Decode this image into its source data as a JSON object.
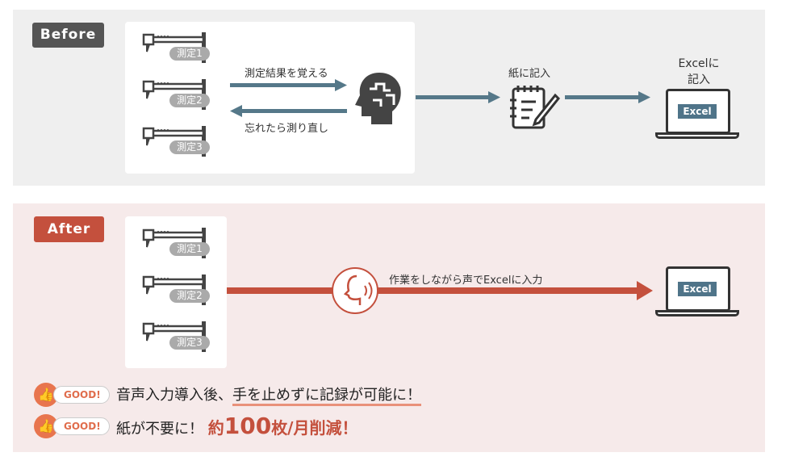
{
  "before": {
    "badge": "Before",
    "measurements": [
      "測定1",
      "測定2",
      "測定3"
    ],
    "arrow_remember": "測定結果を覚える",
    "arrow_remeasure": "忘れたら測り直し",
    "paper_label": "紙に記入",
    "excel_label_1": "Excelに",
    "excel_label_2": "記入",
    "excel_screen": "Excel"
  },
  "after": {
    "badge": "After",
    "measurements": [
      "測定1",
      "測定2",
      "測定3"
    ],
    "voice_label": "作業をしながら声でExcelに入力",
    "excel_screen": "Excel"
  },
  "benefits": [
    {
      "tag": "GOOD!",
      "text_pre": "音声入力導入後、",
      "text_highlight": "手を止めずに記録が可能に！"
    },
    {
      "tag": "GOOD!",
      "text_pre": "紙が不要に！",
      "text_emph_1": "約",
      "text_emph_num": "100",
      "text_emph_2": "枚/月削減！"
    }
  ],
  "colors": {
    "before_bg": "#efefef",
    "after_bg": "#f6eaea",
    "slate": "#557889",
    "red": "#c4503d",
    "orange": "#e8754e"
  }
}
